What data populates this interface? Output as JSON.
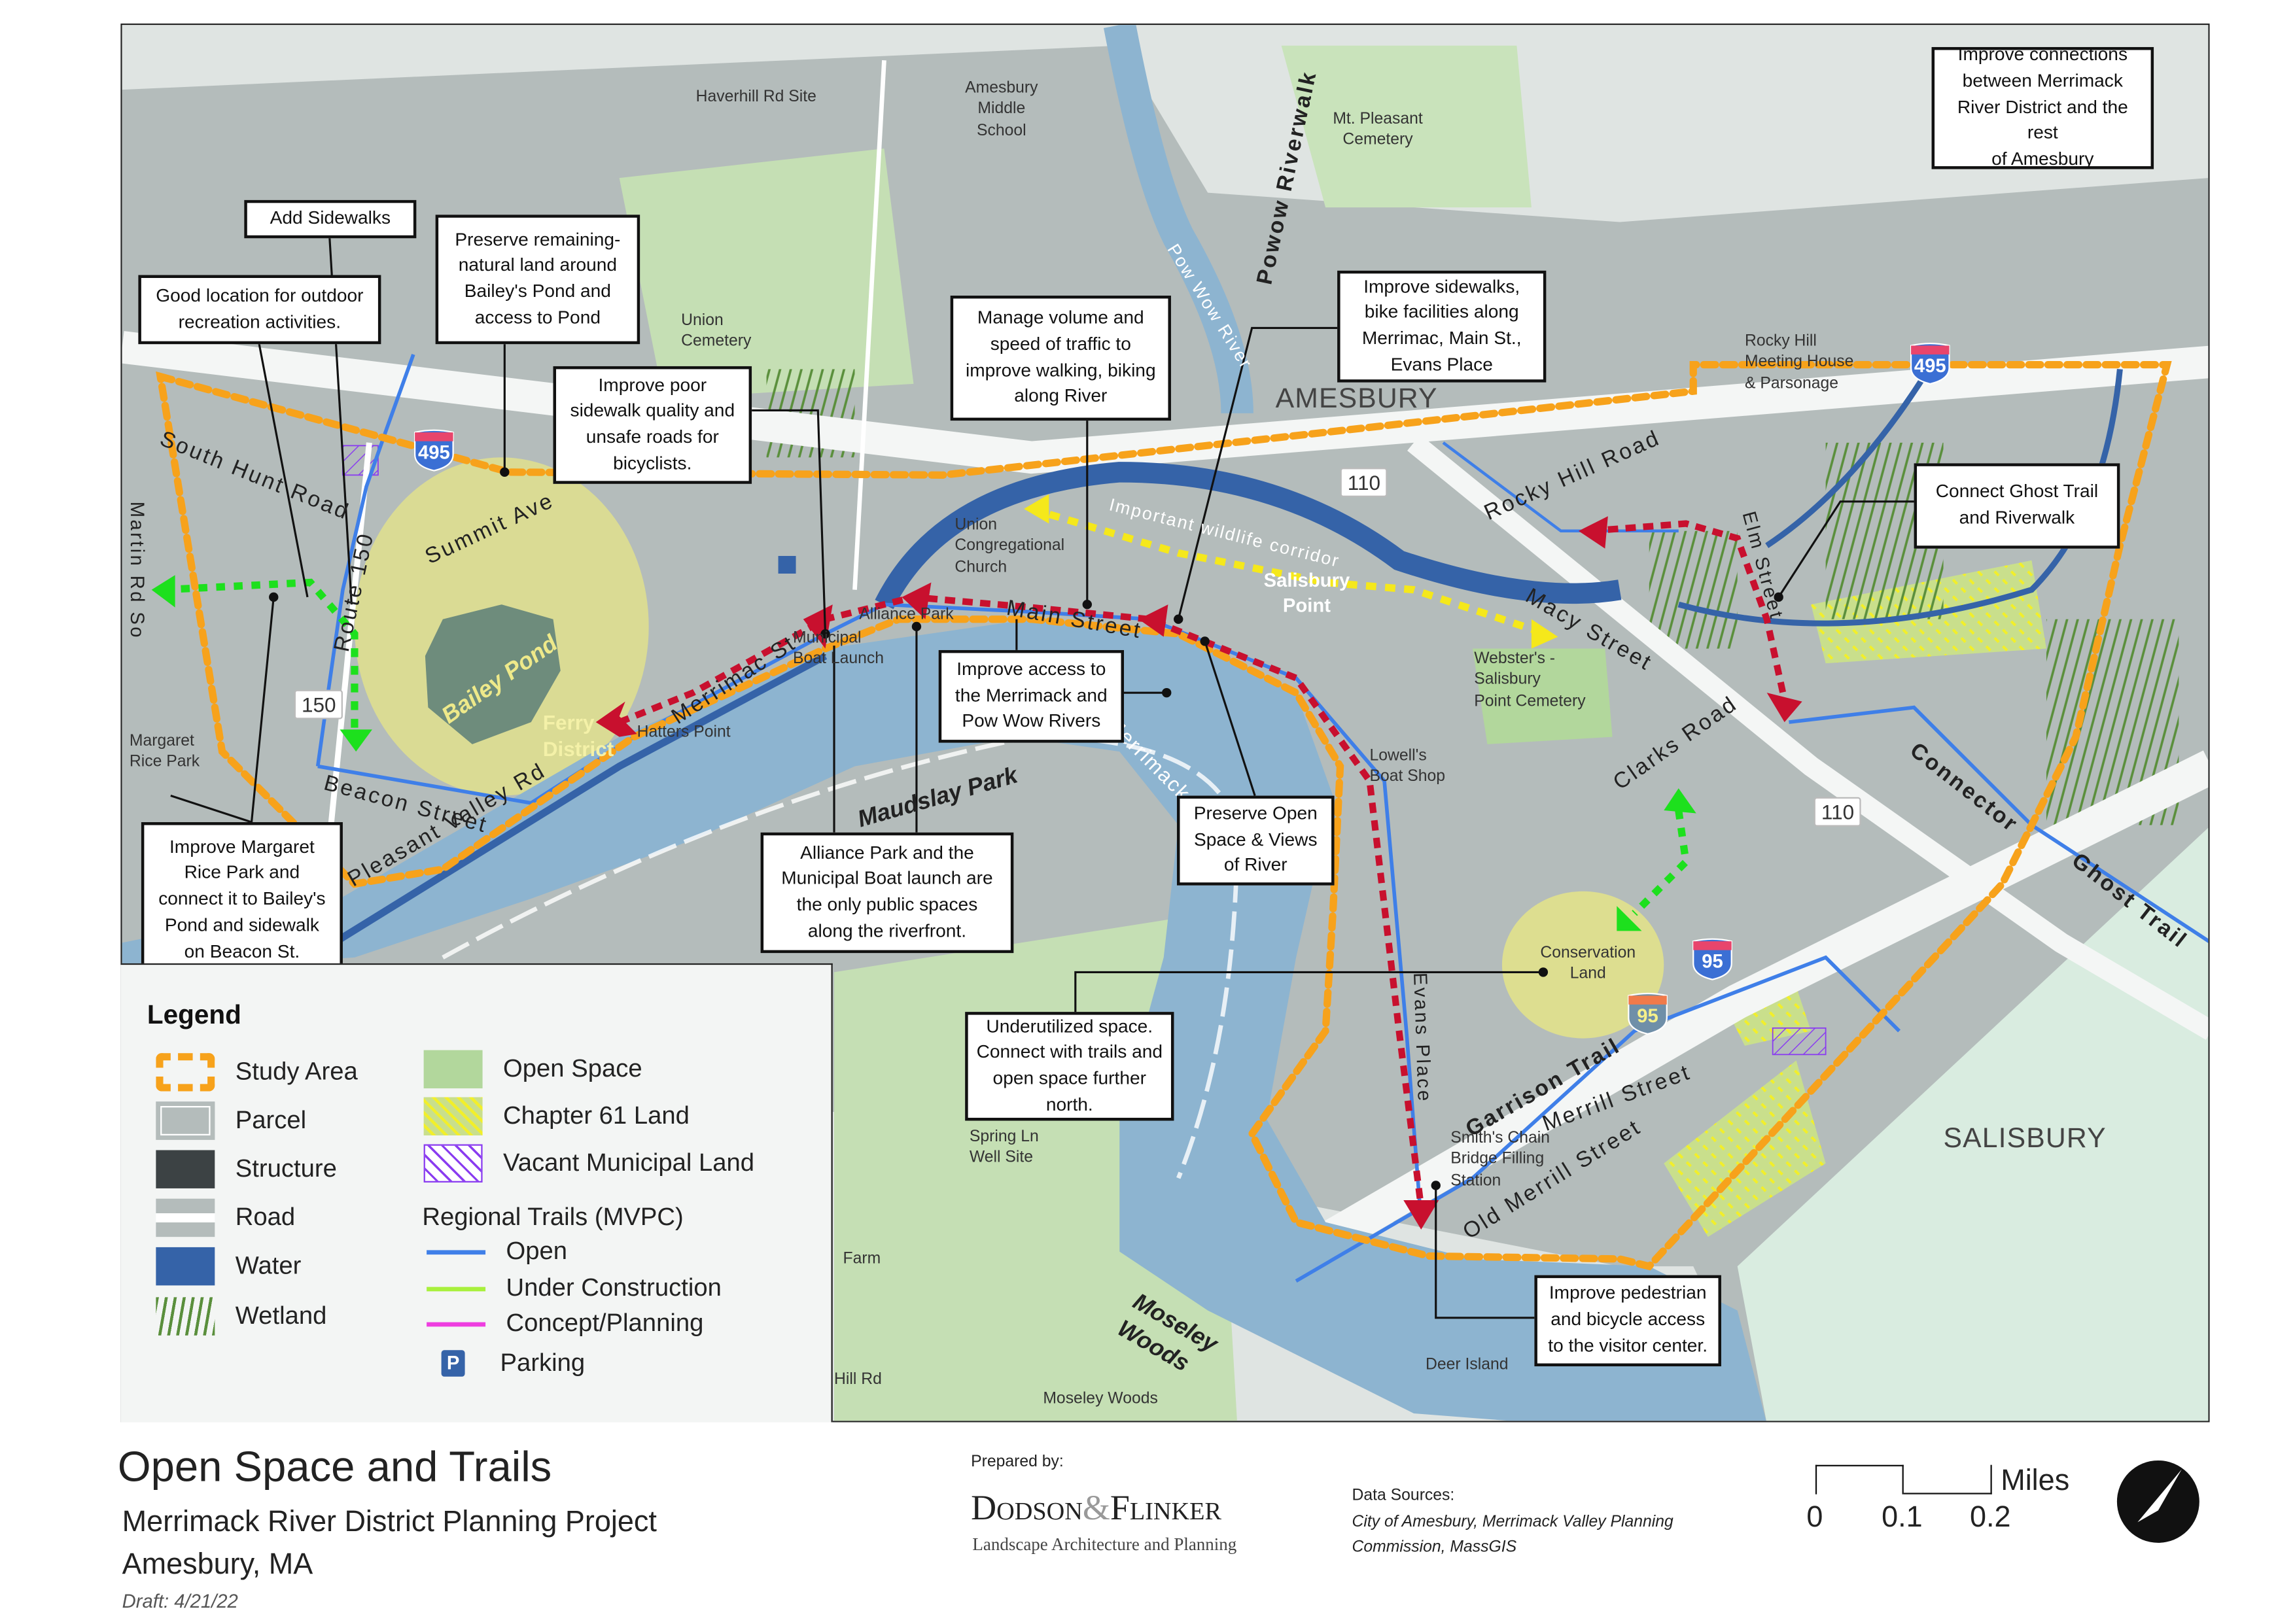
{
  "title": {
    "main": "Open Space and Trails",
    "project": "Merrimack River District Planning Project",
    "location": "Amesbury, MA",
    "draft": "Draft: 4/21/22"
  },
  "credits": {
    "prepared_by": "Prepared by:",
    "firm_name_1": "Dodson",
    "firm_amp": "&",
    "firm_name_2": "Flinker",
    "firm_tagline": "Landscape Architecture and Planning",
    "data_sources_label": "Data Sources:",
    "data_sources": "City of Amesbury, Merrimack Valley Planning\nCommission, MassGIS"
  },
  "scale_bar": {
    "unit": "Miles",
    "ticks": [
      "0",
      "0.1",
      "0.2"
    ]
  },
  "legend": {
    "title": "Legend",
    "items": [
      {
        "label": "Study Area",
        "icon": "study-area-swatch"
      },
      {
        "label": "Parcel",
        "icon": "parcel-swatch"
      },
      {
        "label": "Structure",
        "icon": "structure-swatch"
      },
      {
        "label": "Road",
        "icon": "road-swatch"
      },
      {
        "label": "Water",
        "icon": "water-swatch"
      },
      {
        "label": "Wetland",
        "icon": "wetland-swatch"
      },
      {
        "label": "Open Space",
        "icon": "open-space-swatch"
      },
      {
        "label": "Chapter 61 Land",
        "icon": "chapter-61-swatch"
      },
      {
        "label": "Vacant Municipal Land",
        "icon": "vacant-municipal-swatch"
      }
    ],
    "trails_heading": "Regional Trails (MVPC)",
    "trails": [
      {
        "label": "Open",
        "color": "#3f7fe8"
      },
      {
        "label": "Under Construction",
        "color": "#a8f03c"
      },
      {
        "label": "Concept/Planning",
        "color": "#ee3ee0"
      }
    ],
    "parking": {
      "label": "Parking",
      "symbol": "P"
    }
  },
  "callouts": [
    "Add Sidewalks",
    "Good location for outdoor\nrecreation activities.",
    "Preserve remaining-\nnatural land around\nBailey's Pond and\naccess to Pond",
    "Improve poor\nsidewalk quality and\nunsafe roads for\nbicyclists.",
    "Manage volume and\nspeed of traffic to\nimprove walking, biking\nalong River",
    "Improve sidewalks,\nbike facilities along\nMerrimac, Main St.,\nEvans Place",
    "Improve connections\nbetween Merrimack\nRiver District and the rest\nof Amesbury",
    "Connect Ghost Trail\nand Riverwalk",
    "Improve access to\nthe Merrimack and\nPow Wow Rivers",
    "Preserve Open\nSpace & Views\nof River",
    "Alliance Park and the\nMunicipal Boat launch are\nthe only public spaces\nalong the riverfront.",
    "Underutilized space.\nConnect with trails and\nopen space further\nnorth.",
    "Improve pedestrian\nand bicycle access\nto the visitor center.",
    "Improve Margaret\nRice Park and\nconnect it to Bailey's\nPond and sidewalk\non Beacon St."
  ],
  "map_labels": {
    "haverhill_rd_site": "Haverhill Rd Site",
    "middle_school": "Amesbury\nMiddle\nSchool",
    "mt_pleasant": "Mt. Pleasant\nCemetery",
    "powow_riverwalk": "Powow Riverwalk",
    "pow_wow_river": "Pow Wow River",
    "union_cemetery": "Union\nCemetery",
    "amesbury": "AMESBURY",
    "rocky_hill_meeting": "Rocky Hill\nMeeting House\n& Parsonage",
    "south_hunt_road": "South Hunt Road",
    "martin_rd": "Martin Rd So",
    "summit_ave": "Summit Ave",
    "route_150": "Route 150",
    "bailey_pond": "Bailey Pond",
    "ferry_district": "Ferry\nDistrict",
    "hatters_point": "Hatters Point",
    "merrimac_st": "Merrimac St",
    "municipal_boat_launch": "Municipal\nBoat Launch",
    "alliance_park": "Alliance Park",
    "union_church": "Union\nCongregational\nChurch",
    "main_street": "Main Street",
    "wildlife_corridor": "Important wildlife corridor",
    "salisbury_point": "Salisbury\nPoint",
    "rocky_hill_road": "Rocky Hill Road",
    "macy_street": "Macy Street",
    "elm_street": "Elm Street",
    "websters_cemetery": "Webster's -\nSalisbury\nPoint Cemetery",
    "lowells_boat_shop": "Lowell's\nBoat Shop",
    "clarks_road": "Clarks Road",
    "connector": "Connector",
    "ghost_trail": "Ghost Trail",
    "conservation_land": "Conservation\nLand",
    "garrison_trail": "Garrison Trail",
    "merrill_street": "Merrill Street",
    "old_merrill_street": "Old Merrill Street",
    "smiths_chain": "Smith's Chain\nBridge Filling\nStation",
    "evans_place": "Evans Place",
    "salisbury": "SALISBURY",
    "maudslay_park": "Maudslay Park",
    "merrimack_river": "Merrimack River",
    "margaret_rice_park": "Margaret\nRice Park",
    "beacon_street": "Beacon Street",
    "pleasant_valley_rd": "Pleasant Valley Rd",
    "spring_ln": "Spring Ln\nWell Site",
    "farm": "Farm",
    "hill_rd": "Hill Rd",
    "moseley_woods_big": "Moseley\nWoods",
    "moseley_woods_small": "Moseley Woods",
    "deer_island": "Deer Island"
  },
  "shields": {
    "i495_a": "495",
    "i495_b": "495",
    "i95_a": "95",
    "i95_b": "95",
    "rt110_a": "110",
    "rt110_b": "110",
    "rt150": "150"
  },
  "colors": {
    "study_area": "#f7a21b",
    "water": "#3563a8",
    "river": "#8db4d0",
    "parcel": "#b4bcbb",
    "structure": "#3c4244",
    "open_space": "#b2d79c",
    "proposed_red": "#c8102e",
    "proposed_green": "#1de01d",
    "proposed_yellow": "#f5e81b",
    "highlight": "#f3f07a"
  }
}
